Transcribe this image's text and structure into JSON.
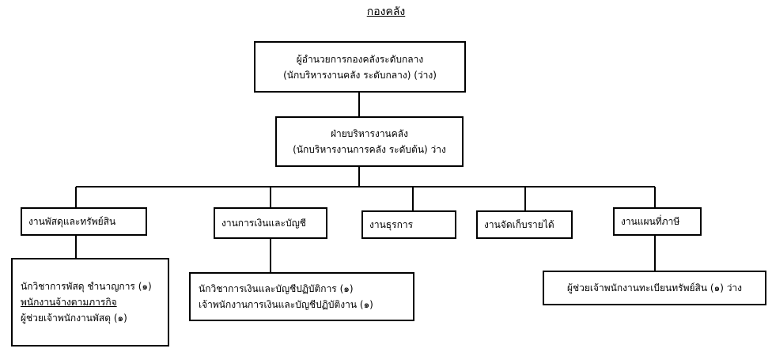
{
  "page": {
    "title": "กองคลัง"
  },
  "director": {
    "line1": "ผู้อำนวยการกองคลังระดับกลาง",
    "line2": "(นักบริหารงานคลัง ระดับกลาง) (ว่าง)"
  },
  "division": {
    "line1": "ฝ่ายบริหารงานคลัง",
    "line2": "(นักบริหารงานการคลัง ระดับต้น) ว่าง"
  },
  "units": [
    {
      "name": "งานพัสดุและทรัพย์สิน",
      "staff": [
        "นักวิชาการพัสดุ ชำนาญการ (๑)",
        "พนักงานจ้างตามภารกิจ",
        "ผู้ช่วยเจ้าพนักงานพัสดุ (๑)"
      ]
    },
    {
      "name": "งานการเงินและบัญชี",
      "staff": [
        "นักวิชาการเงินและบัญชีปฏิบัติการ (๑)",
        "เจ้าพนักงานการเงินและบัญชีปฏิบัติงาน (๑)"
      ]
    },
    {
      "name": "งานธุรการ",
      "staff": []
    },
    {
      "name": "งานจัดเก็บรายได้",
      "staff": []
    },
    {
      "name": "งานแผนที่ภาษี",
      "staff": [
        "ผู้ช่วยเจ้าพนักงานทะเบียนทรัพย์สิน (๑) ว่าง"
      ]
    }
  ]
}
